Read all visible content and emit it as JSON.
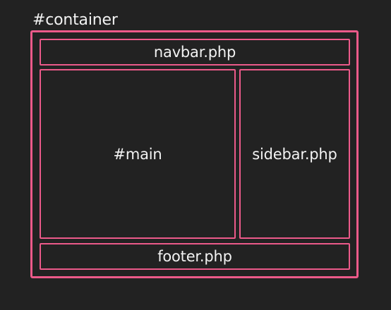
{
  "diagram": {
    "colors": {
      "background": "#222222",
      "border": "#ec5a8a",
      "text": "#f2f2f2"
    },
    "container": {
      "label": "#container"
    },
    "navbar": {
      "label": "navbar.php"
    },
    "main": {
      "label": "#main"
    },
    "sidebar": {
      "label": "sidebar.php"
    },
    "footer": {
      "label": "footer.php"
    }
  }
}
